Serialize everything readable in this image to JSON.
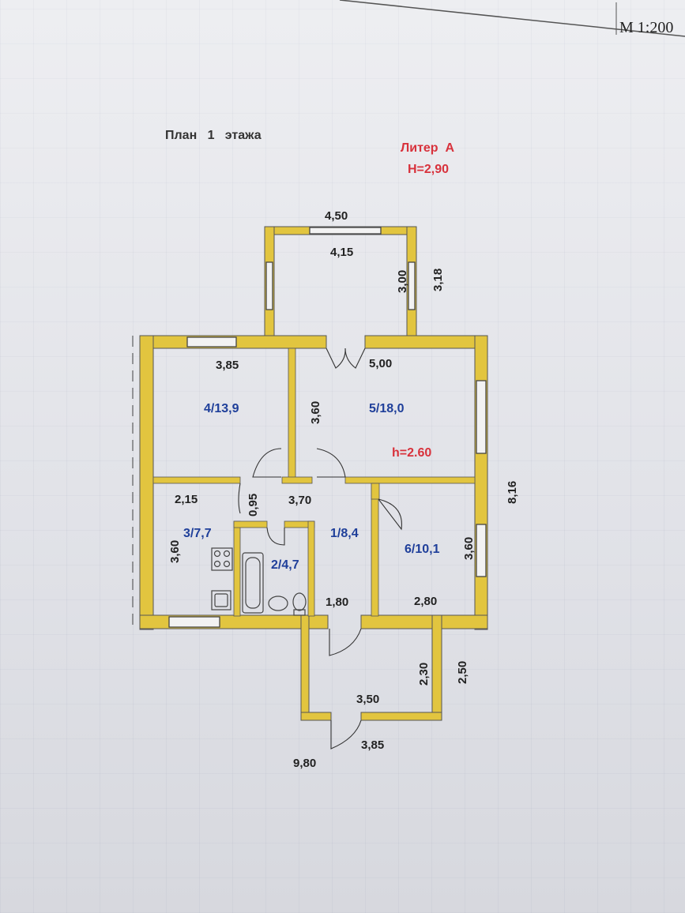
{
  "scale": "М 1:200",
  "plan_title": "План   1   этажа",
  "liter": "Литер  А",
  "height_total": "H=2,90",
  "height_room": "h=2.60",
  "rooms": [
    {
      "id": "1",
      "label": "1/8,4"
    },
    {
      "id": "2",
      "label": "2/4,7"
    },
    {
      "id": "3",
      "label": "3/7,7"
    },
    {
      "id": "4",
      "label": "4/13,9"
    },
    {
      "id": "5",
      "label": "5/18,0"
    },
    {
      "id": "6",
      "label": "6/10,1"
    }
  ],
  "dimensions": {
    "porch_top_outer": "4,50",
    "porch_top_inner": "4,15",
    "porch_side_inner": "3,00",
    "porch_side_outer": "3,18",
    "room4_width": "3,85",
    "room5_width": "5,00",
    "room45_depth": "3,60",
    "total_depth": "8,16",
    "room3_width": "2,15",
    "corridor_step": "0,95",
    "hall_width": "3,70",
    "room3_depth": "3,60",
    "room6_depth": "3,60",
    "corridor_width": "1,80",
    "room6_width": "2,80",
    "vestibule_inner_depth": "2,30",
    "vestibule_outer_depth": "2,50",
    "vestibule_inner_width": "3,50",
    "vestibule_outer_width": "3,85",
    "total_width": "9,80"
  }
}
